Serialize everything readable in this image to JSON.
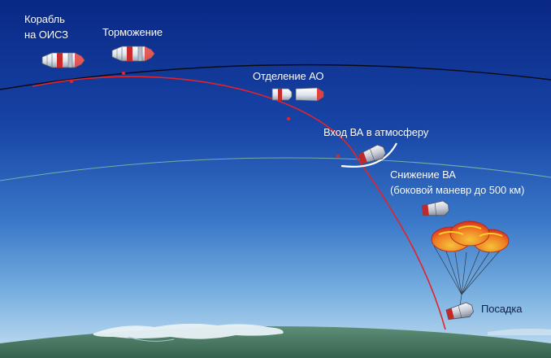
{
  "labels": {
    "ship_line1": "Корабль",
    "ship_line2": "на ОИСЗ",
    "braking": "Торможение",
    "separation": "Отделение АО",
    "entry": "Вход ВА в атмосферу",
    "descent_line1": "Снижение ВА",
    "descent_line2": "(боковой маневр до 500 км)",
    "landing": "Посадка"
  },
  "icons": {
    "spacecraft": "soyuz-spacecraft-icon",
    "descent_module": "descent-capsule-icon",
    "parachute": "parachute-icon"
  },
  "colors": {
    "sky_top": "#0b2a86",
    "sky_mid": "#2a64c0",
    "sky_horizon": "#9fc6e8",
    "trajectory": "#e0242a",
    "orbit_line": "#0a0a14",
    "atmosphere_line": "#8fc8a8",
    "earth": "#4d7f68",
    "snow": "#e8f1f6",
    "capsule_red": "#c0282a",
    "chute_yellow": "#f7d22a",
    "chute_orange": "#e8561e",
    "chute_red": "#d42a20"
  }
}
